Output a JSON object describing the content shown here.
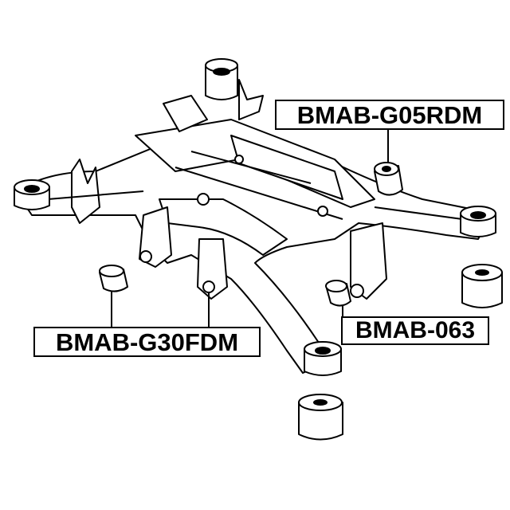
{
  "labels": {
    "rear_bushing": "BMAB-G05RDM",
    "front_bushing": "BMAB-G30FDM",
    "mount": "BMAB-063"
  }
}
